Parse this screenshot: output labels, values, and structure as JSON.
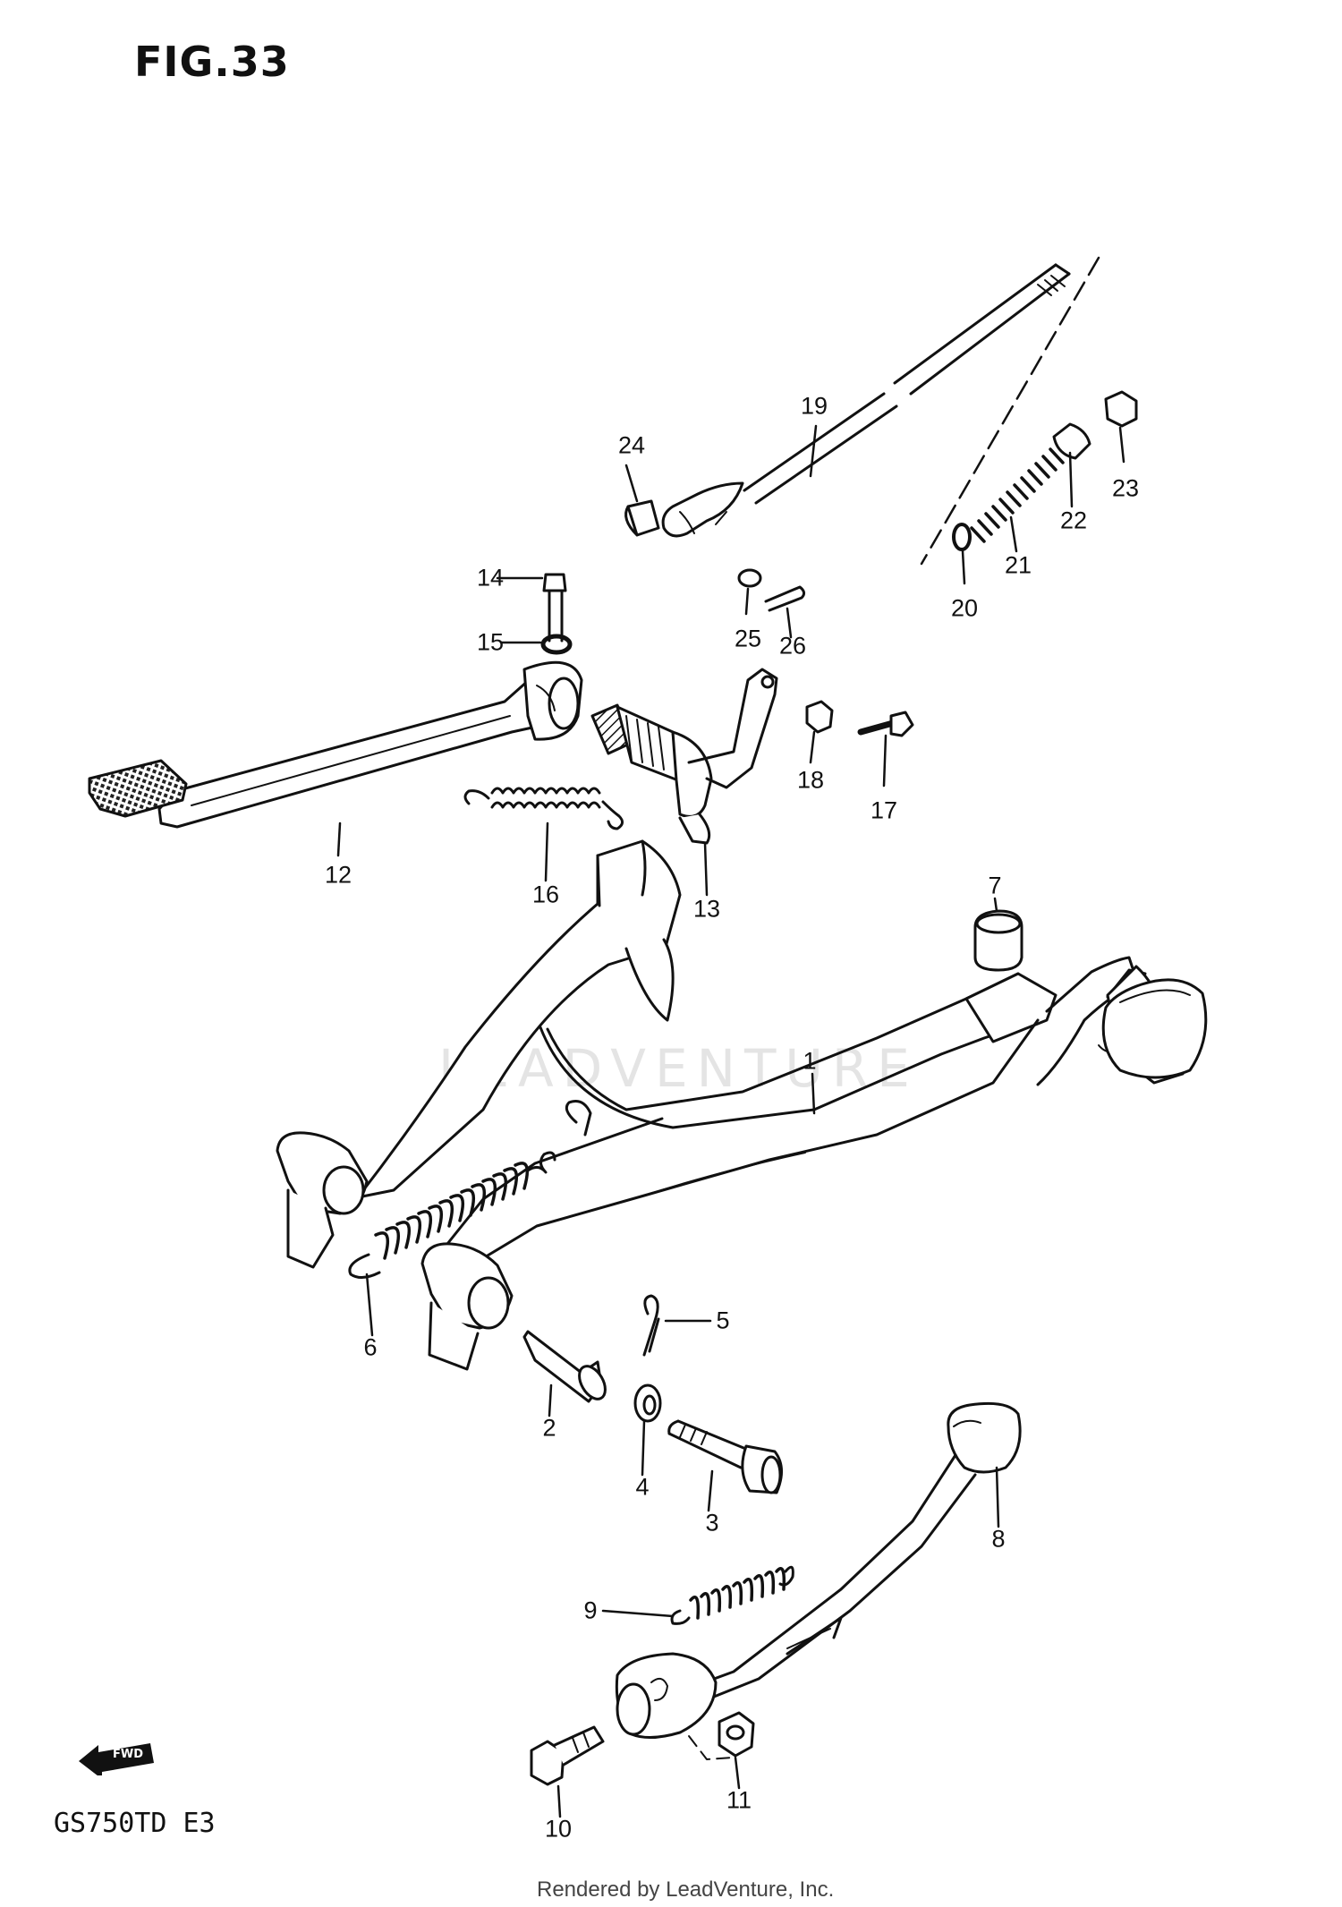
{
  "figure": {
    "title": "FIG.33",
    "model_code": "GS750TD  E3",
    "footer": "Rendered by LeadVenture, Inc.",
    "watermark": "LEADVENTURE",
    "fwd_label": "FWD"
  },
  "callouts": [
    "1",
    "2",
    "3",
    "4",
    "5",
    "6",
    "7",
    "8",
    "9",
    "10",
    "11",
    "12",
    "13",
    "14",
    "15",
    "16",
    "17",
    "18",
    "19",
    "20",
    "21",
    "22",
    "23",
    "24",
    "25",
    "26"
  ]
}
